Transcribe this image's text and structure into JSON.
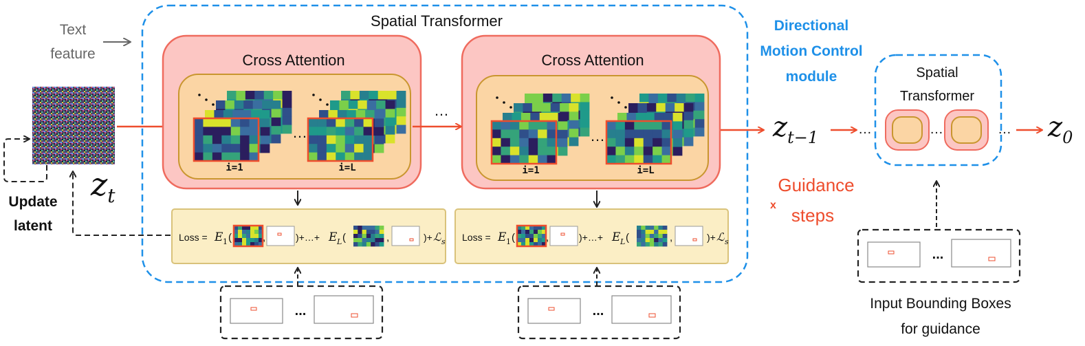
{
  "title": "Spatial Transformer",
  "text_feature": [
    "Text",
    "feature"
  ],
  "update_latent": [
    "Update",
    "latent"
  ],
  "latent_in": "z",
  "latent_in_sub": "t",
  "cross_attention": "Cross Attention",
  "index_first": "i=1",
  "index_last": "i=L",
  "ellipsis": "…",
  "dots": "...",
  "loss": {
    "prefix": "Loss =",
    "e1": "E",
    "e1_sub": "1",
    "el": "E",
    "el_sub": "L",
    "mid": ")+…+",
    "open": "(",
    "comma": ",",
    "close_ls": ")+",
    "ls": "ℒ",
    "ls_sub": "s"
  },
  "dmc_module": [
    "Directional",
    "Motion Control",
    "module"
  ],
  "z_prev": "z",
  "z_prev_sub": "t−1",
  "z_final": "z",
  "z_final_sub": "0",
  "mini_transformer": [
    "Spatial",
    "Transformer"
  ],
  "guidance": {
    "x": "x",
    "line1": "Guidance",
    "line2": "steps"
  },
  "input_boxes": [
    "Input Bounding Boxes",
    "for guidance"
  ],
  "colors": {
    "blue": "#1e90e8",
    "red": "#ee4d2d",
    "pink_bg": "#fcc6c3",
    "pink_border": "#ef6b5e",
    "orange_bg": "#fbd5a4",
    "orange_border": "#c9962f",
    "loss_bg": "#fbeec5",
    "loss_border": "#d9c27a",
    "gray": "#666666"
  }
}
